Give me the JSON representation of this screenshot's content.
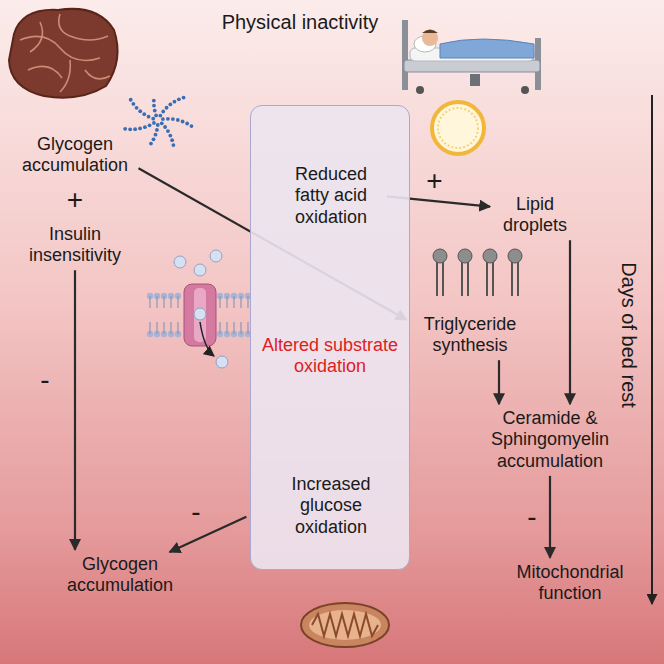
{
  "diagram": {
    "nodes": [
      {
        "text": [
          "Glycogen accumulation"
        ]
      },
      {
        "text": [
          "Insulin insensitivity"
        ]
      },
      {
        "text": [
          "Altered substrate oxidation"
        ]
      },
      {
        "text": [
          "Reduced fatty acid oxidation"
        ],
        "in": 2
      },
      {
        "text": [
          "Increased glucose oxidation"
        ],
        "in": 2
      },
      {
        "text": [
          "Lipid droplets"
        ]
      },
      {
        "text": [
          "Triglyceride synthesis"
        ]
      },
      {
        "text": [
          "Ceramide & Sphingomyelin accumulation"
        ]
      },
      {
        "text": [
          "Mitochondrial function"
        ]
      },
      {
        "text": [
          "Glycogen accumulation"
        ]
      }
    ],
    "edges": [
      {
        "from": 1,
        "to": 9,
        "arrow": "to",
        "label": "-"
      },
      {
        "from": 0,
        "to": 6,
        "arrow": "to"
      },
      {
        "from": 3,
        "to": 5,
        "arrow": "to",
        "label": "+"
      },
      {
        "from": 2,
        "to": 9,
        "arrow": "to",
        "label": "-"
      },
      {
        "from": 5,
        "to": 7,
        "arrow": "to"
      },
      {
        "from": 6,
        "to": 7,
        "arrow": "to"
      },
      {
        "from": 7,
        "to": 8,
        "arrow": "to",
        "label": "-"
      }
    ],
    "labels": [
      "Physical inactivity",
      "+",
      "Days of bed rest"
    ]
  }
}
